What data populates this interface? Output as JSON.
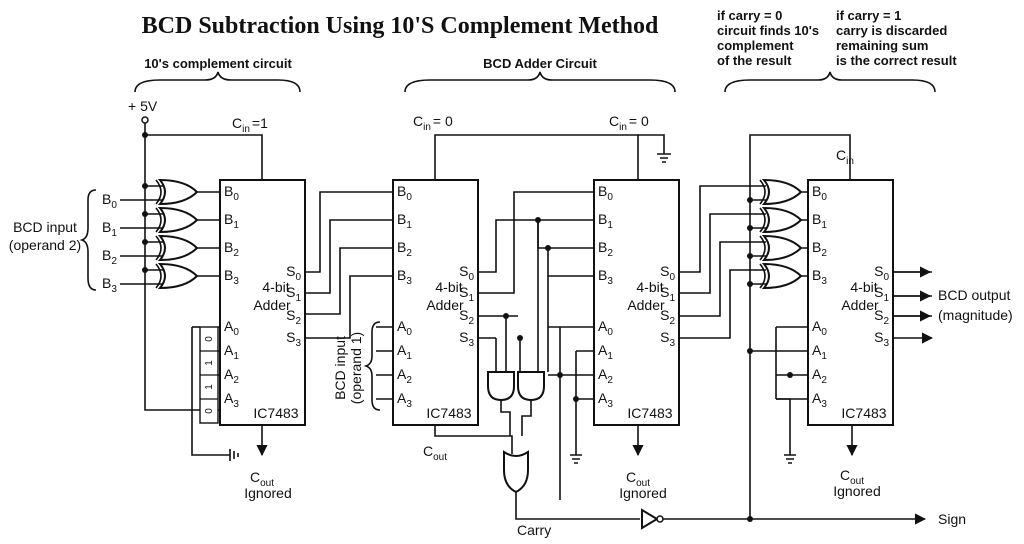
{
  "title": "BCD Subtraction Using 10'S Complement Method",
  "sections": {
    "complement": "10's complement circuit",
    "adder": "BCD Adder Circuit"
  },
  "notes": {
    "carry0": [
      "if carry = 0",
      "circuit finds 10's",
      "complement",
      "of the result"
    ],
    "carry1": [
      "if carry = 1",
      "carry is discarded",
      "remaining sum",
      "is the correct result"
    ]
  },
  "supply": "+ 5V",
  "cin": {
    "ic1": "=1",
    "ic2": "= 0",
    "ic3": "= 0"
  },
  "chip": {
    "name": "IC7483",
    "line1": "4-bit",
    "line2": "Adder"
  },
  "const_bits": [
    "0",
    "1",
    "1",
    "0"
  ],
  "operand2_label": [
    "BCD input",
    "(operand 2)"
  ],
  "operand1_label": [
    "BCD input",
    "(operand 1)"
  ],
  "output_label": [
    "BCD output",
    "(magnitude)"
  ],
  "cout_ignored": "Ignored",
  "carry": "Carry",
  "sign": "Sign"
}
